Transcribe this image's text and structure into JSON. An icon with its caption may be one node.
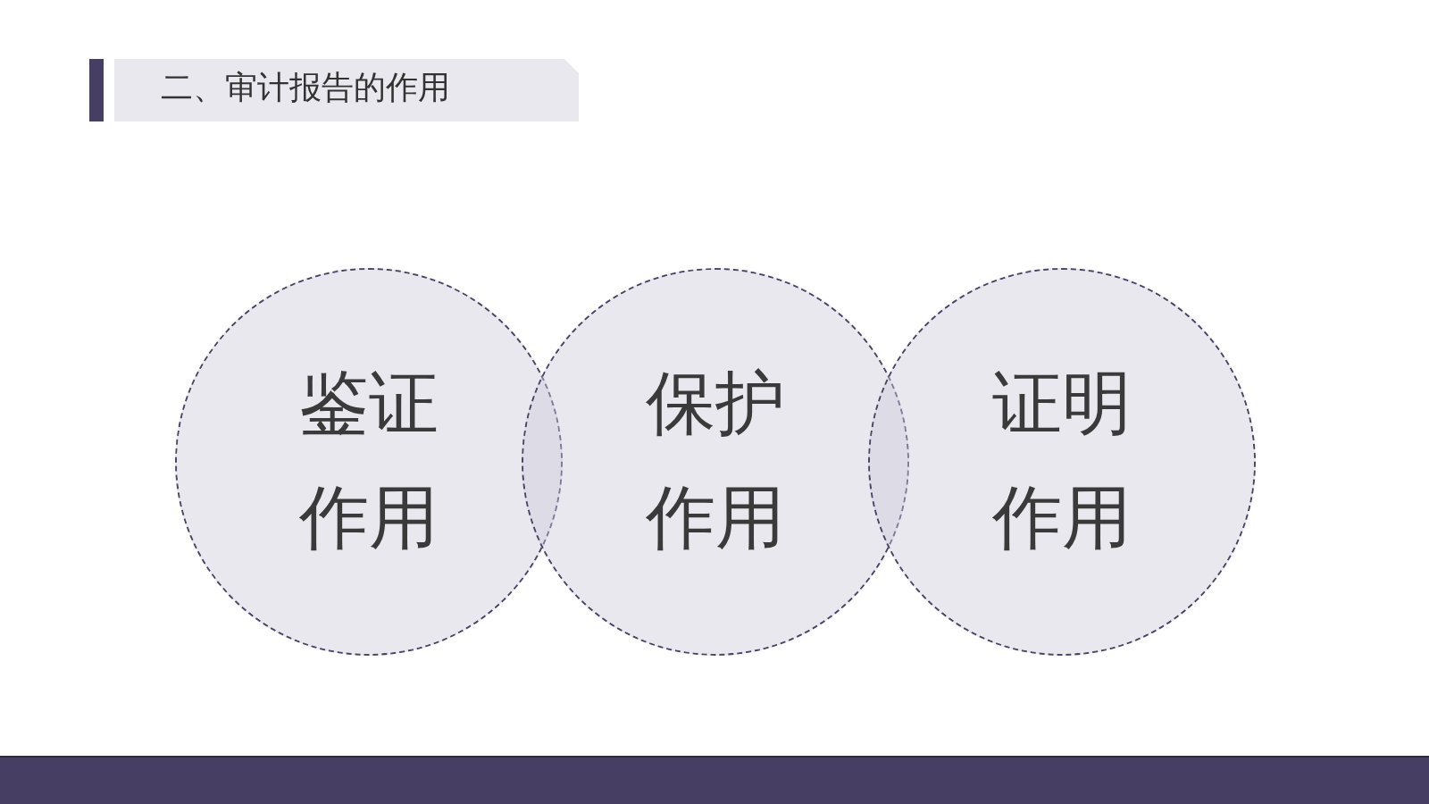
{
  "diagram": {
    "title": "二、审计报告的作用",
    "nodes": [
      {
        "text": [
          "鉴证作用"
        ]
      },
      {
        "text": [
          "保护作用"
        ]
      },
      {
        "text": [
          "证明作用"
        ]
      }
    ]
  }
}
